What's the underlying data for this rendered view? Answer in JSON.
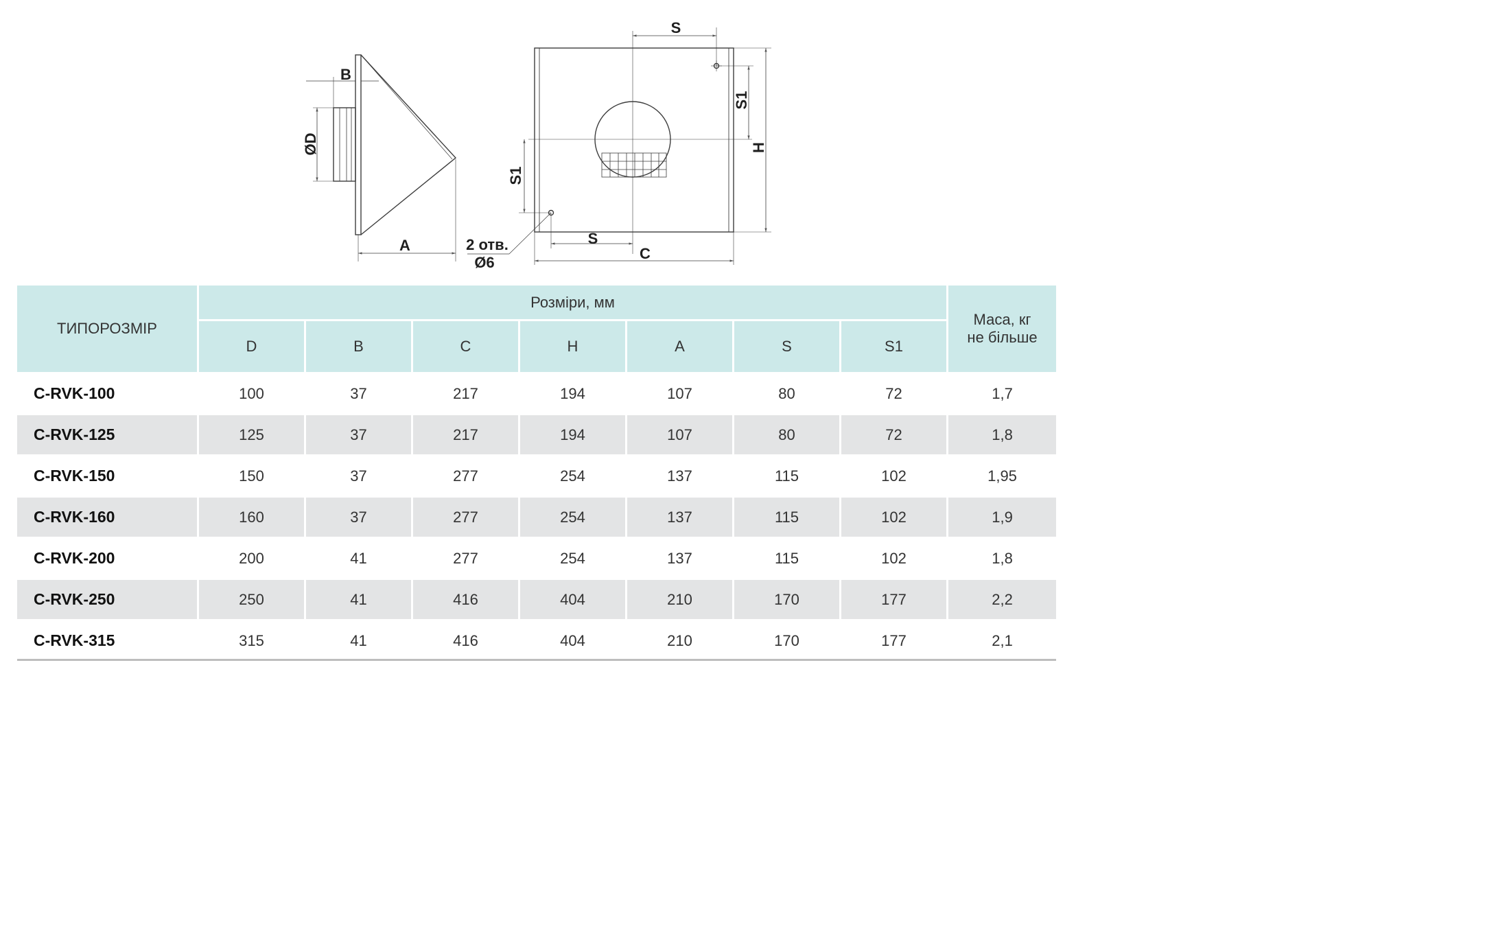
{
  "drawing": {
    "side_view_labels": {
      "b": "B",
      "d": "ØD",
      "a": "A",
      "holes": "2 отв.",
      "hole_diameter": "Ø6"
    },
    "front_view_labels": {
      "s_top": "S",
      "s_bottom": "S",
      "s1_right": "S1",
      "s1_left": "S1",
      "h": "H",
      "c": "C"
    }
  },
  "table": {
    "header": {
      "model": "ТИПОРОЗМІР",
      "dimensions_group": "Розміри, мм",
      "mass_line1": "Маса, кг",
      "mass_line2": "не більше",
      "columns": [
        "D",
        "B",
        "C",
        "H",
        "A",
        "S",
        "S1"
      ]
    },
    "rows": [
      {
        "name": "C-RVK-100",
        "values": [
          "100",
          "37",
          "217",
          "194",
          "107",
          "80",
          "72"
        ],
        "mass": "1,7"
      },
      {
        "name": "C-RVK-125",
        "values": [
          "125",
          "37",
          "217",
          "194",
          "107",
          "80",
          "72"
        ],
        "mass": "1,8"
      },
      {
        "name": "C-RVK-150",
        "values": [
          "150",
          "37",
          "277",
          "254",
          "137",
          "115",
          "102"
        ],
        "mass": "1,95"
      },
      {
        "name": "C-RVK-160",
        "values": [
          "160",
          "37",
          "277",
          "254",
          "137",
          "115",
          "102"
        ],
        "mass": "1,9"
      },
      {
        "name": "C-RVK-200",
        "values": [
          "200",
          "41",
          "277",
          "254",
          "137",
          "115",
          "102"
        ],
        "mass": "1,8"
      },
      {
        "name": "C-RVK-250",
        "values": [
          "250",
          "41",
          "416",
          "404",
          "210",
          "170",
          "177"
        ],
        "mass": "2,2"
      },
      {
        "name": "C-RVK-315",
        "values": [
          "315",
          "41",
          "416",
          "404",
          "210",
          "170",
          "177"
        ],
        "mass": "2,1"
      }
    ]
  },
  "colors": {
    "header_bg": "#cce9e9",
    "row_shade": "#e3e4e5",
    "line": "#444444"
  }
}
